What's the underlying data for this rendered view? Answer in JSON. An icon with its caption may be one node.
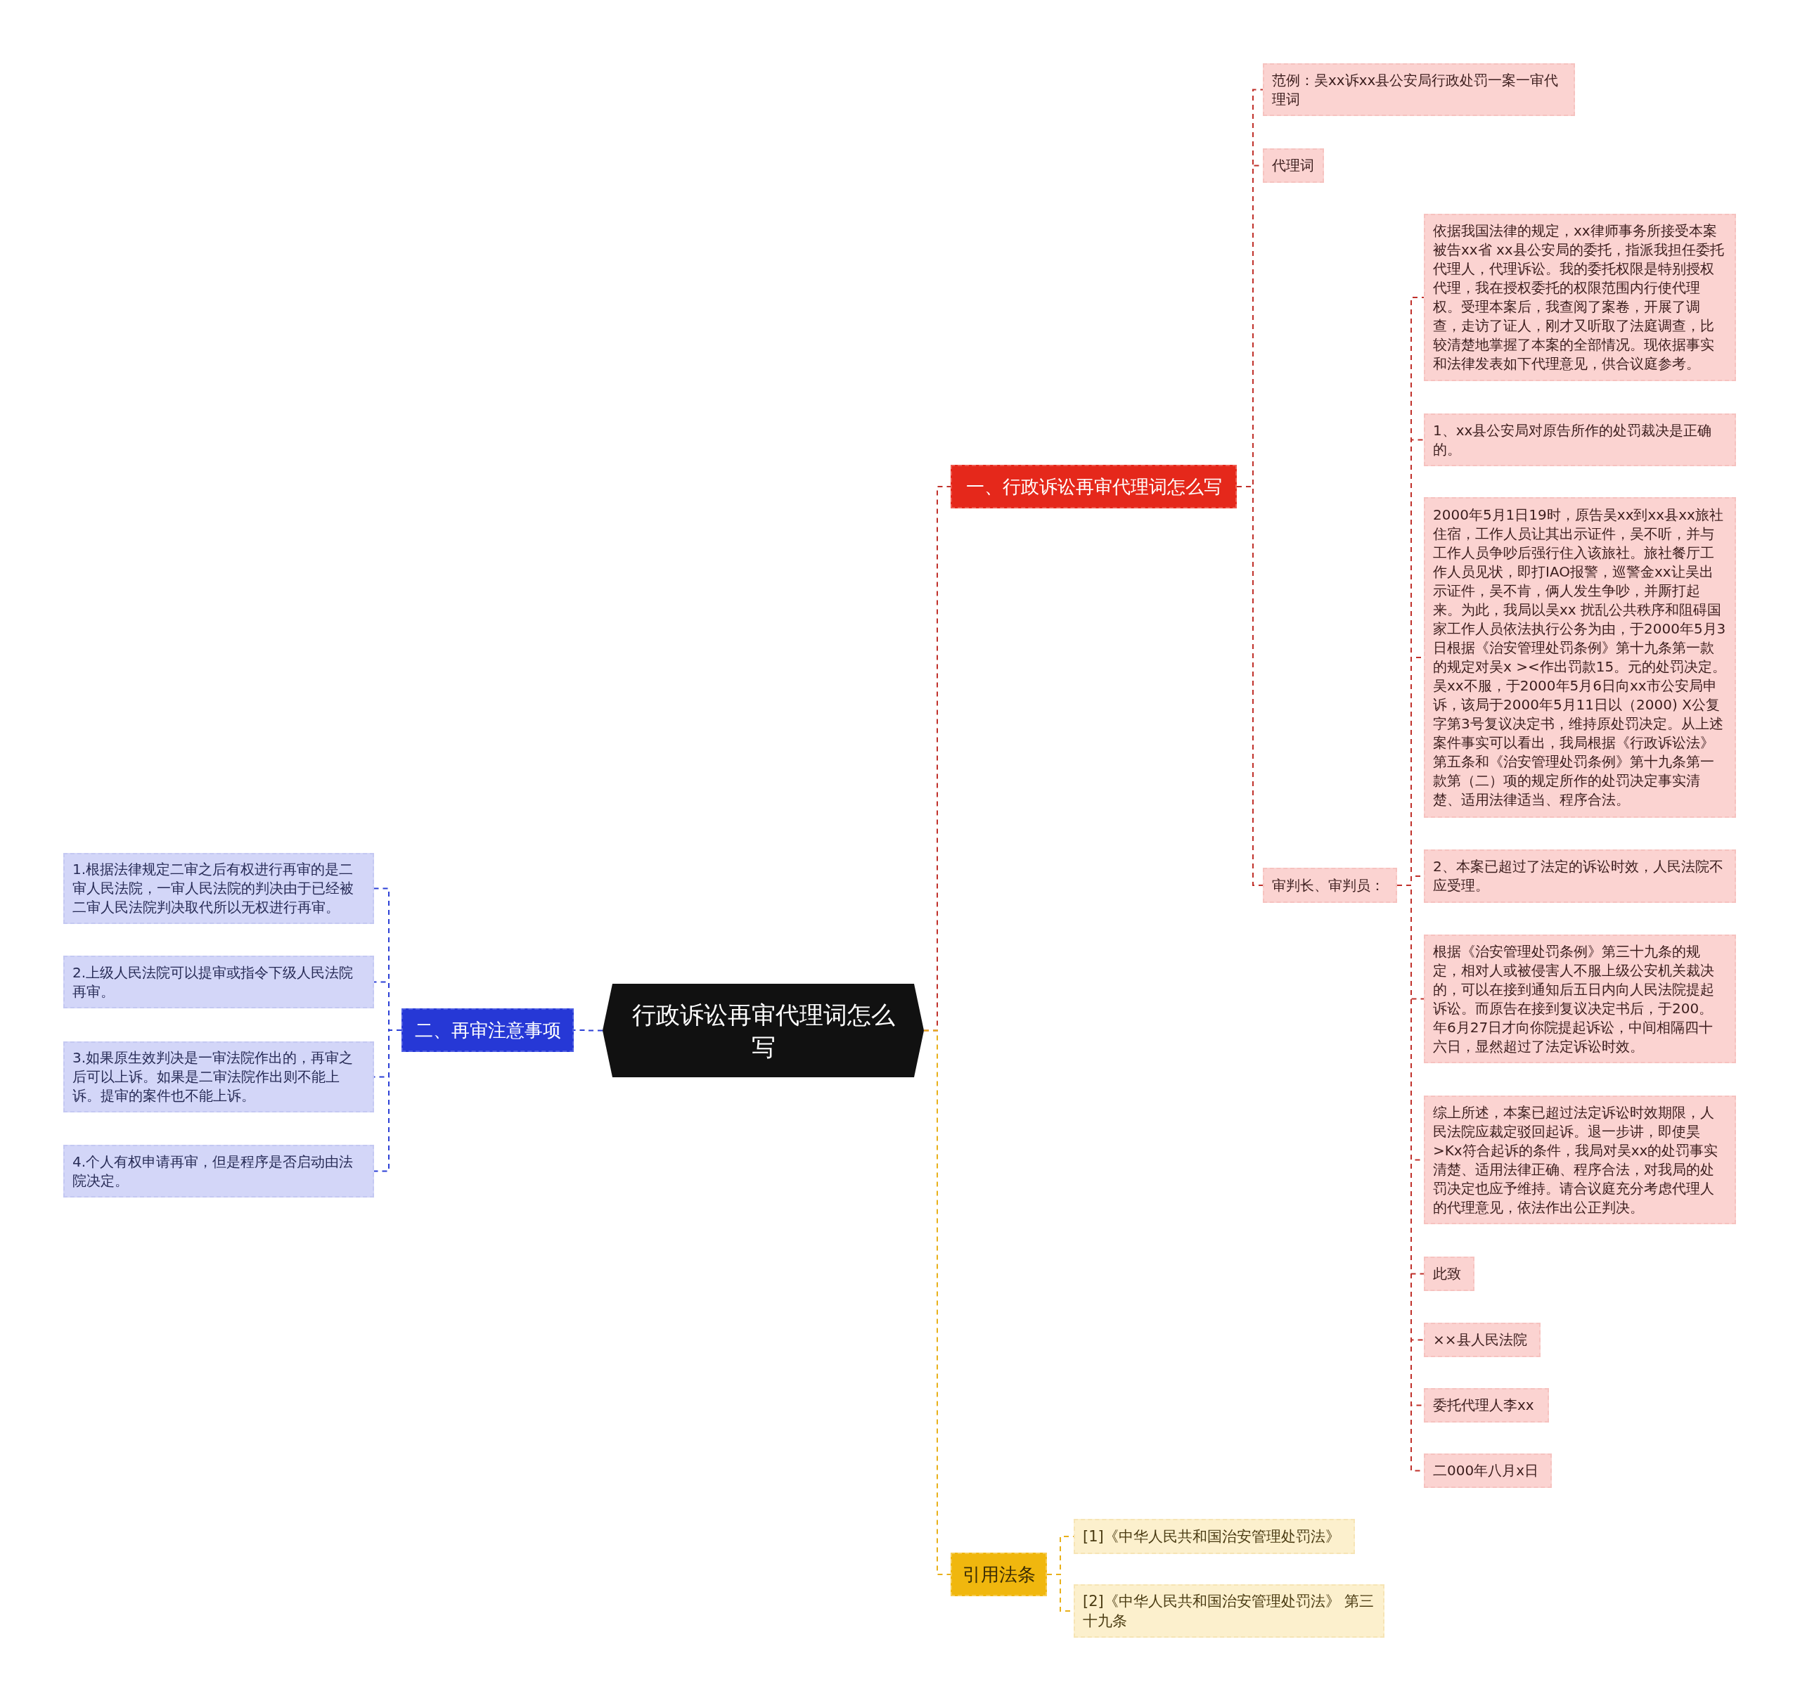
{
  "diagram": {
    "nodes": [
      {
        "text": [
          "行政诉讼再审代理词怎么写"
        ]
      },
      {
        "text": [
          "一、行政诉讼再审代理词怎么写"
        ]
      },
      {
        "text": [
          "范例：吴xx诉xx县公安局行政处罚一案一审代理词"
        ]
      },
      {
        "text": [
          "代理词"
        ]
      },
      {
        "text": [
          "审判长、审判员："
        ]
      },
      {
        "text": [
          "依据我国法律的规定，xx律师事务所接受本案被告xx省 xx县公安局的委托，指派我担任委托代理人，代理诉讼。我的委托权限是特别授权代理，我在授权委托的权限范围内行使代理权。受理本案后，我查阅了案卷，开展了调查，走访了证人，刚才又听取了法庭调查，比较清楚地掌握了本案的全部情况。现依据事实和法律发表如下代理意见，供合议庭参考。"
        ]
      },
      {
        "text": [
          "1、xx县公安局对原告所作的处罚裁决是正确的。"
        ]
      },
      {
        "text": [
          "2000年5月1日19时，原告吴xx到xx县xx旅社住宿，工作人员让其出示证件，吴不听，并与工作人员争吵后强行住入该旅社。旅社餐厅工作人员见状，即打IAO报警，巡警金xx让吴出示证件，吴不肯，俩人发生争吵，并厮打起来。为此，我局以吴xx 扰乱公共秩序和阻碍国家工作人员依法执行公务为由，于2000年5月3日根据《治安管理处罚条例》第十九条第一款的规定对吴x ><作出罚款15。元的处罚决定。吴xx不服，于2000年5月6日向xx市公安局申诉，该局于2000年5月11日以（2000) X公复字第3号复议决定书，维持原处罚决定。从上述案件事实可以看出，我局根据《行政诉讼法》第五条和《治安管理处罚条例》第十九条第一款第（二）项的规定所作的处罚决定事实清楚、适用法律适当、程序合法。"
        ]
      },
      {
        "text": [
          "2、本案已超过了法定的诉讼时效，人民法院不应受理。"
        ]
      },
      {
        "text": [
          "根据《治安管理处罚条例》第三十九条的规定，相对人或被侵害人不服上级公安机关裁决的，可以在接到通知后五日内向人民法院提起诉讼。而原告在接到复议决定书后，于200。年6月27日才向你院提起诉讼，中间相隔四十六日，显然超过了法定诉讼时效。"
        ]
      },
      {
        "text": [
          "综上所述，本案已超过法定诉讼时效期限，人民法院应裁定驳回起诉。退一步讲，即使昊>Kx符合起诉的条件，我局对吴xx的处罚事实清楚、适用法律正确、程序合法，对我局的处罚决定也应予维持。请合议庭充分考虑代理人的代理意见，依法作出公正判决。"
        ]
      },
      {
        "text": [
          "此致"
        ]
      },
      {
        "text": [
          "××县人民法院"
        ]
      },
      {
        "text": [
          "委托代理人李xx"
        ]
      },
      {
        "text": [
          "二000年八月x日"
        ]
      },
      {
        "text": [
          "二、再审注意事项"
        ]
      },
      {
        "text": [
          "1.根据法律规定二审之后有权进行再审的是二审人民法院，一审人民法院的判决由于已经被二审人民法院判决取代所以无权进行再审。"
        ]
      },
      {
        "text": [
          "2.上级人民法院可以提审或指令下级人民法院再审。"
        ]
      },
      {
        "text": [
          "3.如果原生效判决是一审法院作出的，再审之后可以上诉。如果是二审法院作出则不能上诉。提审的案件也不能上诉。"
        ]
      },
      {
        "text": [
          "4.个人有权申请再审，但是程序是否启动由法院决定。"
        ]
      },
      {
        "text": [
          "引用法条"
        ]
      },
      {
        "text": [
          "[1]《中华人民共和国治安管理处罚法》"
        ]
      },
      {
        "text": [
          "[2]《中华人民共和国治安管理处罚法》 第三十九条"
        ]
      }
    ],
    "edges": [
      {
        "from": 0,
        "to": 1,
        "arrow": "none"
      },
      {
        "from": 1,
        "to": 2,
        "arrow": "none"
      },
      {
        "from": 1,
        "to": 3,
        "arrow": "none"
      },
      {
        "from": 1,
        "to": 4,
        "arrow": "none"
      },
      {
        "from": 4,
        "to": 5,
        "arrow": "none"
      },
      {
        "from": 4,
        "to": 6,
        "arrow": "none"
      },
      {
        "from": 4,
        "to": 7,
        "arrow": "none"
      },
      {
        "from": 4,
        "to": 8,
        "arrow": "none"
      },
      {
        "from": 4,
        "to": 9,
        "arrow": "none"
      },
      {
        "from": 4,
        "to": 10,
        "arrow": "none"
      },
      {
        "from": 4,
        "to": 11,
        "arrow": "none"
      },
      {
        "from": 4,
        "to": 12,
        "arrow": "none"
      },
      {
        "from": 4,
        "to": 13,
        "arrow": "none"
      },
      {
        "from": 4,
        "to": 14,
        "arrow": "none"
      },
      {
        "from": 0,
        "to": 15,
        "arrow": "none",
        "color": "#2b3fd6"
      },
      {
        "from": 15,
        "to": 16,
        "arrow": "none",
        "color": "#2b3fd6"
      },
      {
        "from": 15,
        "to": 17,
        "arrow": "none",
        "color": "#2b3fd6"
      },
      {
        "from": 15,
        "to": 18,
        "arrow": "none",
        "color": "#2b3fd6"
      },
      {
        "from": 15,
        "to": 19,
        "arrow": "none",
        "color": "#2b3fd6"
      },
      {
        "from": 0,
        "to": 20,
        "arrow": "none",
        "color": "#e8b01a"
      },
      {
        "from": 20,
        "to": 21,
        "arrow": "none",
        "color": "#e8b01a"
      },
      {
        "from": 20,
        "to": 22,
        "arrow": "none",
        "color": "#e8b01a"
      }
    ]
  }
}
